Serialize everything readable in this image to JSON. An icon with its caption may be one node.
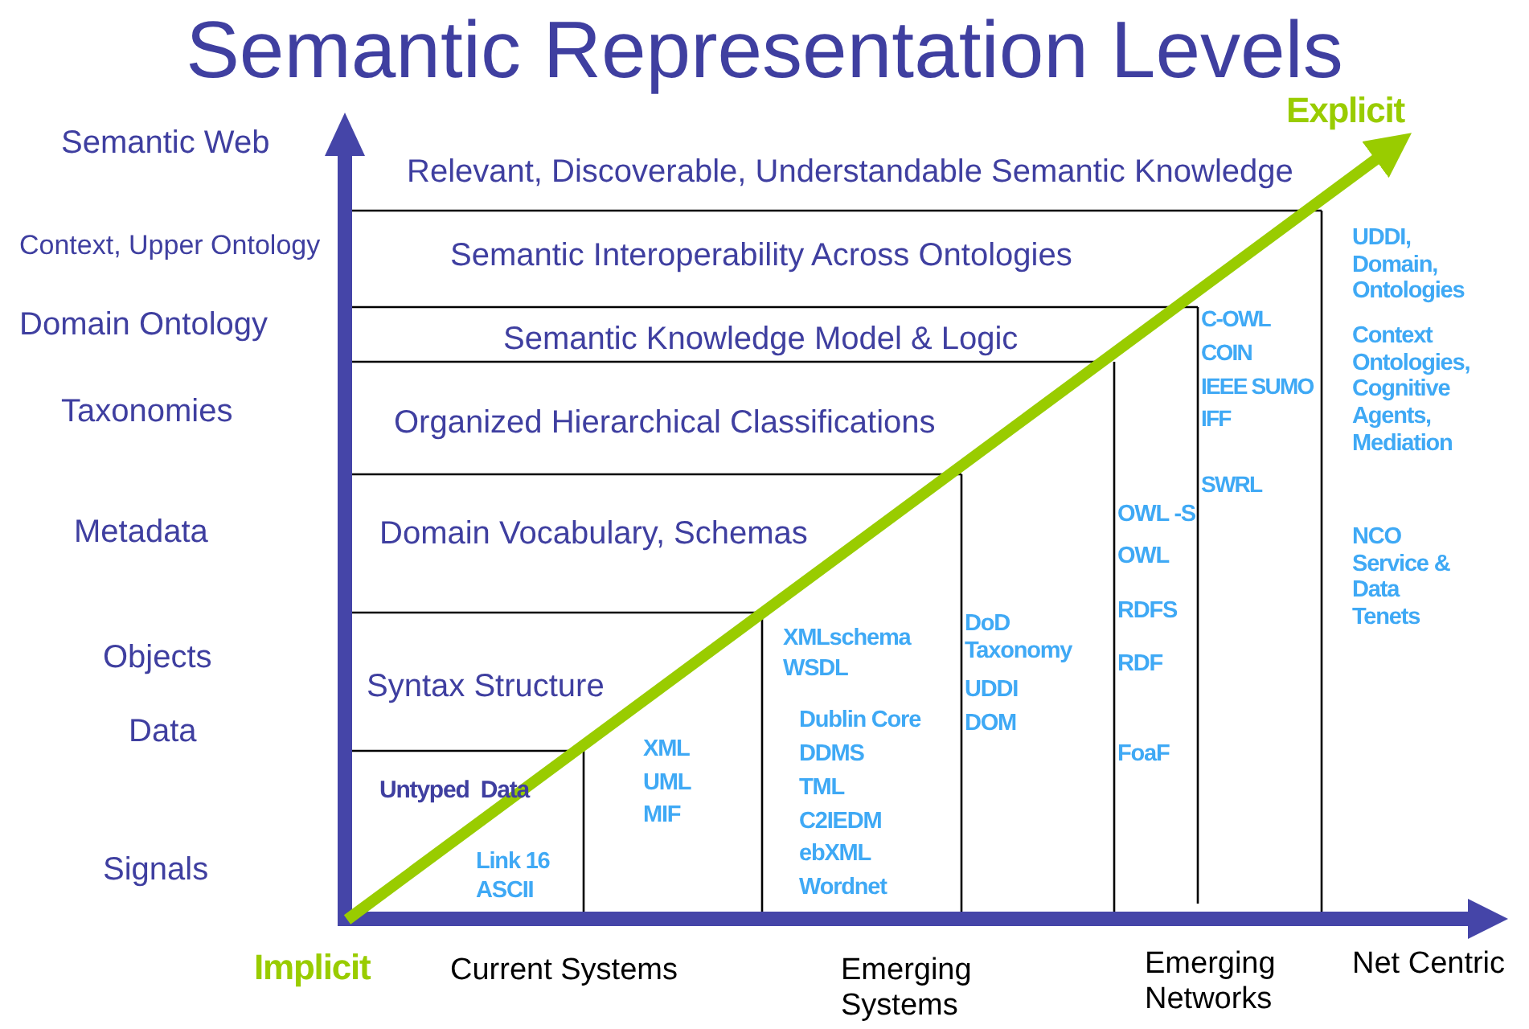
{
  "diagram": {
    "title": "Semantic Representation Levels",
    "labels": [
      "Semantic Web",
      "Context, Upper Ontology",
      "Domain Ontology",
      "Taxonomies",
      "Metadata",
      "Objects",
      "Data",
      "Signals",
      "Relevant, Discoverable, Understandable Semantic Knowledge",
      "Semantic Interoperability Across Ontologies",
      "Semantic Knowledge Model & Logic",
      "Organized Hierarchical Classifications",
      "Domain Vocabulary, Schemas",
      "Syntax Structure",
      "Untyped  Data",
      "Link 16",
      "ASCII",
      "XML",
      "UML",
      "MIF",
      "XMLschema",
      "WSDL",
      "Dublin Core",
      "DDMS",
      "TML",
      "C2IEDM",
      "ebXML",
      "Wordnet",
      "DoD Taxonomy",
      "UDDI",
      "DOM",
      "OWL -S",
      "OWL",
      "RDFS",
      "RDF",
      "FoaF",
      "C-OWL",
      "COIN",
      "IEEE SUMO",
      "IFF",
      "SWRL",
      "UDDI, Domain, Ontologies",
      "Context Ontologies, Cognitive Agents, Mediation",
      "NCO Service & Data Tenets",
      "Current Systems",
      "Emerging Systems",
      "Emerging Networks",
      "Net Centric",
      "Implicit",
      "Explicit"
    ]
  }
}
